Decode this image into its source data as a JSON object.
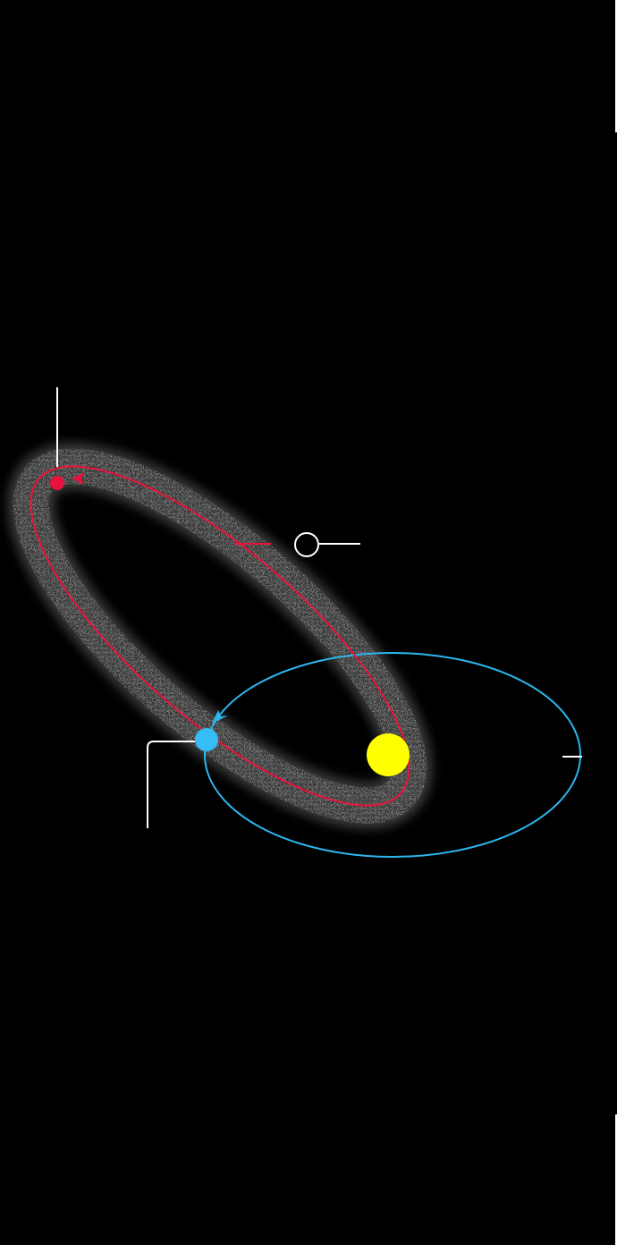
{
  "diagram": {
    "kind": "orbital-diagram",
    "labels": [],
    "colors": {
      "background": "#000000",
      "comet_orbit": "#e8133c",
      "earth_orbit": "#2bb7ef",
      "sun": "#ffff00",
      "comet": "#e8133c",
      "earth": "#35bdf5",
      "leader_lines": "#ffffff",
      "dust_haze": "#ffffff"
    },
    "bodies": [
      {
        "id": "sun",
        "icon": "sun-icon"
      },
      {
        "id": "earth",
        "icon": "earth-icon"
      },
      {
        "id": "comet",
        "icon": "comet-icon"
      },
      {
        "id": "marker",
        "icon": "hollow-circle-marker-icon"
      }
    ]
  }
}
